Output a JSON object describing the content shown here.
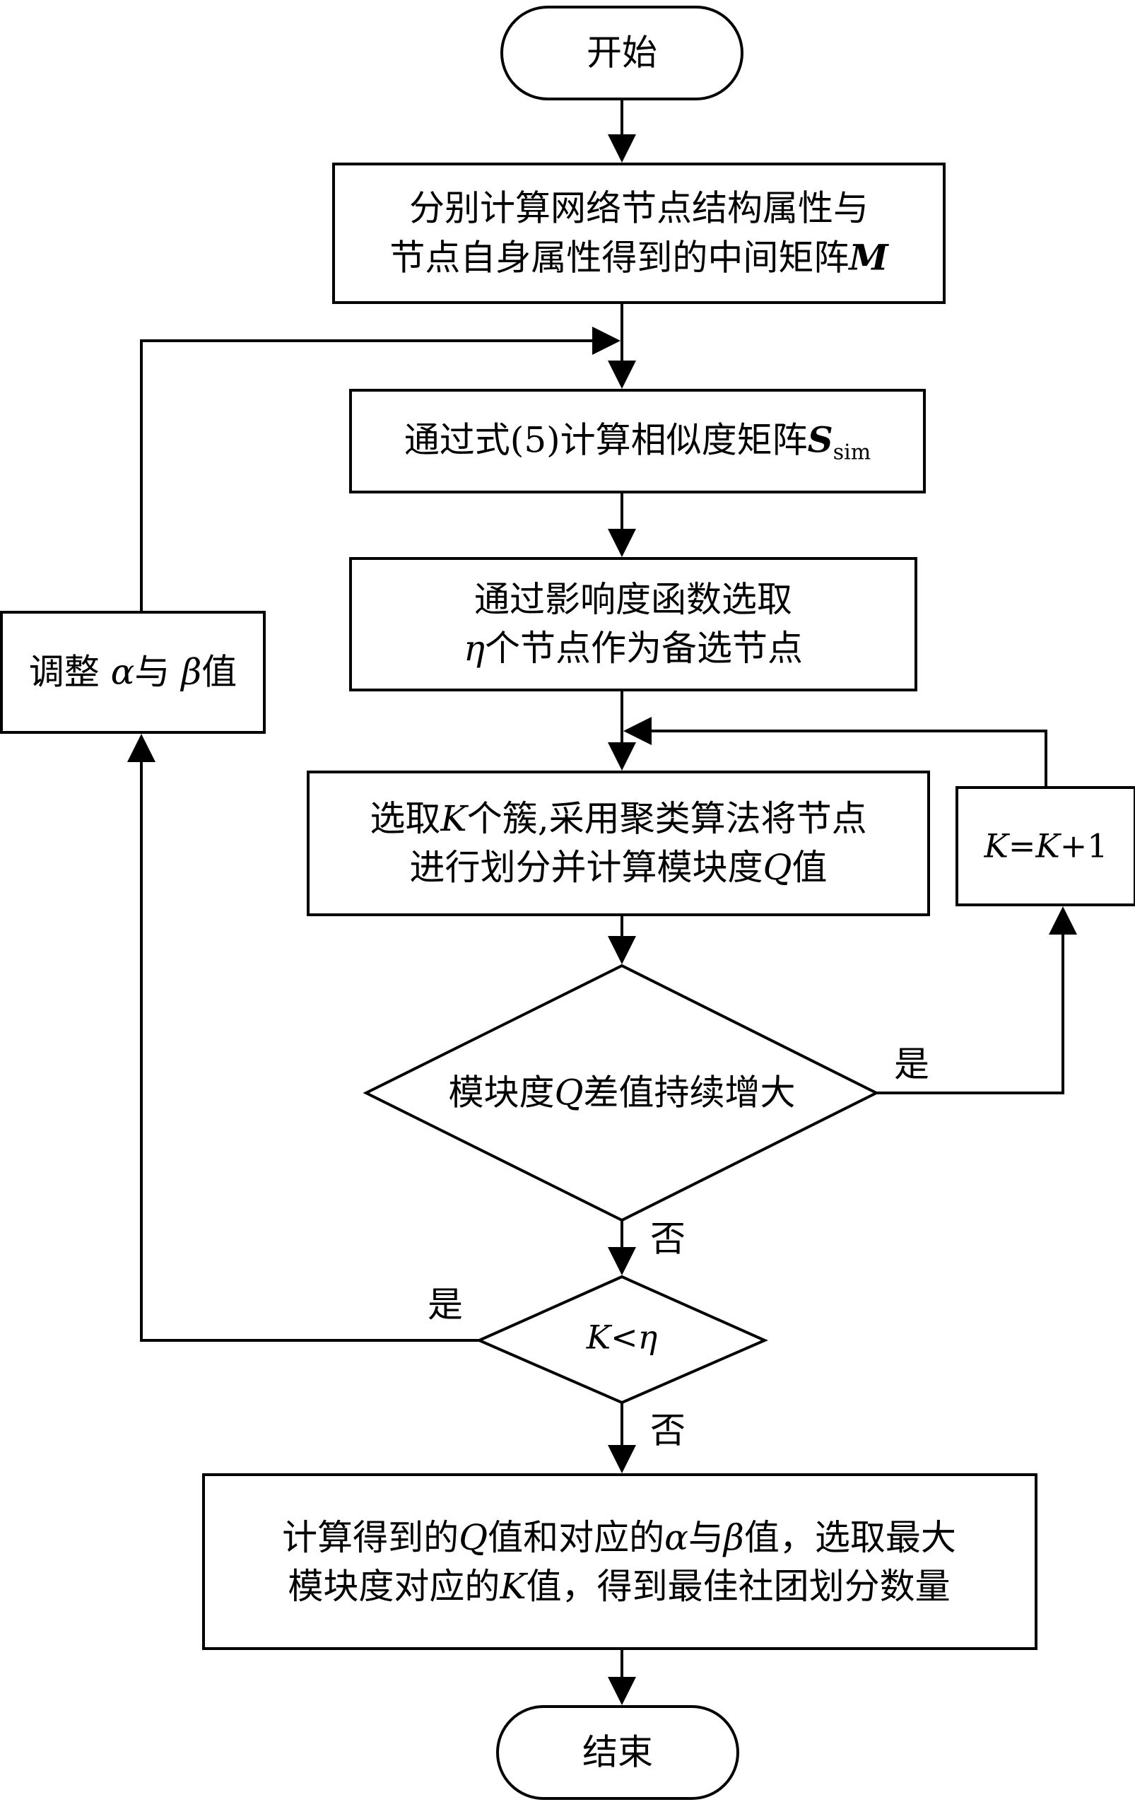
{
  "diagram": {
    "start": "开始",
    "end": "结束",
    "step1": {
      "line1": "分别计算网络节点结构属性与",
      "line2_prefix": "节点自身属性得到的中间矩阵",
      "line2_var": "M"
    },
    "step2": {
      "prefix": "通过式(5)计算相似度矩阵",
      "var": "S",
      "sub": "sim"
    },
    "step3": {
      "line1": "通过影响度函数选取",
      "line2_var": "η",
      "line2_rest": "个节点作为备选节点"
    },
    "step4": {
      "line1_a": "选取",
      "line1_var": "K",
      "line1_b": "个簇,采用聚类算法将节点",
      "line2_a": "进行划分并计算模块度",
      "line2_var": "Q",
      "line2_b": "值"
    },
    "increment": {
      "var_a": "K",
      "rest": "=",
      "var_b": "K",
      "tail": "+1"
    },
    "adjust": {
      "a": "调整 ",
      "alpha": "α",
      "mid": "与 ",
      "beta": "β",
      "b": "值"
    },
    "decision1": {
      "a": "模块度",
      "var": "Q",
      "b": "差值持续增大"
    },
    "decision2": {
      "var_a": "K",
      "op": "<",
      "var_b": "η"
    },
    "final": {
      "l1_a": "计算得到的",
      "l1_q": "Q",
      "l1_b": "值和对应的",
      "l1_alpha": "α",
      "l1_c": "与",
      "l1_beta": "β",
      "l1_d": "值，选取最大",
      "l2_a": "模块度对应的",
      "l2_k": "K",
      "l2_b": "值，得到最佳社团划分数量"
    },
    "labels": {
      "yes1": "是",
      "no1": "否",
      "yes2": "是",
      "no2": "否"
    }
  }
}
